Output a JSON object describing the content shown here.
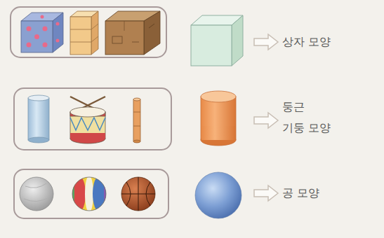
{
  "diagram": {
    "labels": [
      "상자 모양",
      "둥근 기둥 모양",
      "공 모양"
    ]
  }
}
